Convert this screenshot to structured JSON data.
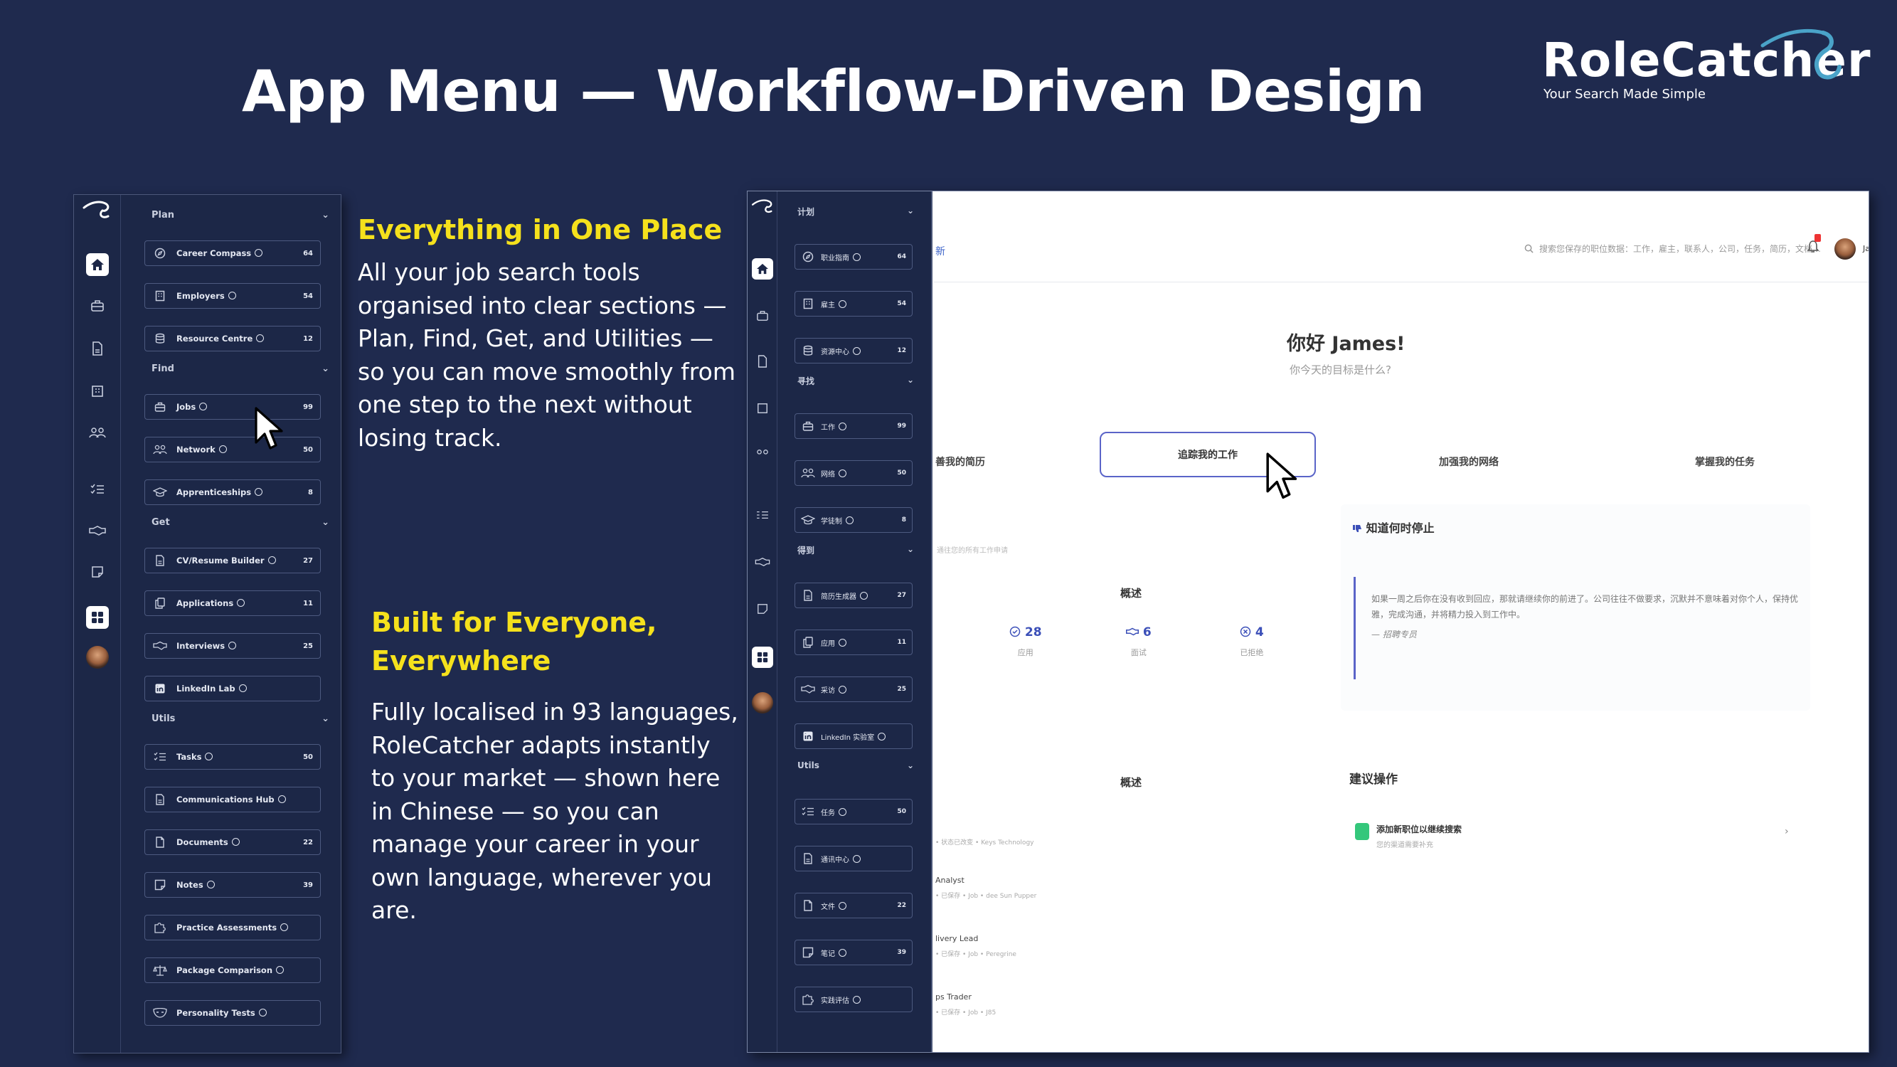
{
  "slide": {
    "title": "App Menu — Workflow-Driven Design"
  },
  "brand": {
    "name": "RoleCatcher",
    "tagline": "Your Search Made Simple"
  },
  "features": [
    {
      "heading": "Everything in One Place",
      "body": "All your job search tools organised into clear sections — Plan, Find, Get, and Utilities — so you can move smoothly from one step to the next without losing track."
    },
    {
      "heading": "Built for Everyone, Everywhere",
      "body": "Fully localised in 93 languages, RoleCatcher adapts instantly to your market — shown here in Chinese — so you can manage your career in your own language, wherever you are."
    }
  ],
  "menu_en": {
    "sections": [
      {
        "title": "Plan",
        "items": [
          {
            "label": "Career Compass",
            "count": "64",
            "icon": "compass-icon"
          },
          {
            "label": "Employers",
            "count": "54",
            "icon": "building-icon"
          },
          {
            "label": "Resource Centre",
            "count": "12",
            "icon": "database-icon"
          }
        ]
      },
      {
        "title": "Find",
        "items": [
          {
            "label": "Jobs",
            "count": "99",
            "icon": "briefcase-icon"
          },
          {
            "label": "Network",
            "count": "50",
            "icon": "people-icon"
          },
          {
            "label": "Apprenticeships",
            "count": "8",
            "icon": "graduation-cap-icon"
          }
        ]
      },
      {
        "title": "Get",
        "items": [
          {
            "label": "CV/Resume Builder",
            "count": "27",
            "icon": "document-icon"
          },
          {
            "label": "Applications",
            "count": "11",
            "icon": "copy-icon"
          },
          {
            "label": "Interviews",
            "count": "25",
            "icon": "handshake-icon"
          },
          {
            "label": "LinkedIn Lab",
            "count": "",
            "icon": "linkedin-icon"
          }
        ]
      },
      {
        "title": "Utils",
        "items": [
          {
            "label": "Tasks",
            "count": "50",
            "icon": "checklist-icon"
          },
          {
            "label": "Communications Hub",
            "count": "",
            "icon": "document-icon"
          },
          {
            "label": "Documents",
            "count": "22",
            "icon": "file-icon"
          },
          {
            "label": "Notes",
            "count": "39",
            "icon": "note-icon"
          },
          {
            "label": "Practice Assessments",
            "count": "",
            "icon": "puzzle-icon"
          },
          {
            "label": "Package Comparison",
            "count": "",
            "icon": "scales-icon"
          },
          {
            "label": "Personality Tests",
            "count": "",
            "icon": "mask-icon"
          }
        ]
      }
    ]
  },
  "menu_zh": {
    "sections": [
      {
        "title": "计划",
        "items": [
          {
            "label": "职业指南",
            "count": "64",
            "icon": "compass-icon"
          },
          {
            "label": "雇主",
            "count": "54",
            "icon": "building-icon"
          },
          {
            "label": "资源中心",
            "count": "12",
            "icon": "database-icon"
          }
        ]
      },
      {
        "title": "寻找",
        "items": [
          {
            "label": "工作",
            "count": "99",
            "icon": "briefcase-icon"
          },
          {
            "label": "网络",
            "count": "50",
            "icon": "people-icon"
          },
          {
            "label": "学徒制",
            "count": "8",
            "icon": "graduation-cap-icon"
          }
        ]
      },
      {
        "title": "得到",
        "items": [
          {
            "label": "简历生成器",
            "count": "27",
            "icon": "document-icon"
          },
          {
            "label": "应用",
            "count": "11",
            "icon": "copy-icon"
          },
          {
            "label": "采访",
            "count": "25",
            "icon": "handshake-icon"
          },
          {
            "label": "LinkedIn 实验室",
            "count": "",
            "icon": "linkedin-icon"
          }
        ]
      },
      {
        "title": "Utils",
        "items": [
          {
            "label": "任务",
            "count": "50",
            "icon": "checklist-icon"
          },
          {
            "label": "通讯中心",
            "count": "",
            "icon": "document-icon"
          },
          {
            "label": "文件",
            "count": "22",
            "icon": "file-icon"
          },
          {
            "label": "笔记",
            "count": "39",
            "icon": "note-icon"
          },
          {
            "label": "实践评估",
            "count": "",
            "icon": "puzzle-icon"
          }
        ]
      }
    ]
  },
  "app_zh": {
    "header_left": "新",
    "search_placeholder": "搜索您保存的职位数据：工作，雇主，联系人，公司，任务，简历，文档…",
    "user_name": "James",
    "greeting": "你好 James!",
    "greeting_sub": "你今天的目标是什么?",
    "tabs": [
      "善我的简历",
      "追踪我的工作",
      "加强我的网络",
      "掌握我的任务"
    ],
    "active_tab": "追踪我的工作",
    "partial_caption": "通往您的所有工作申请",
    "overview_title": "概述",
    "stats": [
      {
        "value": "28",
        "label": "应用",
        "icon": "check-circle-icon"
      },
      {
        "value": "6",
        "label": "面试",
        "icon": "handshake-icon"
      },
      {
        "value": "4",
        "label": "已拒绝",
        "icon": "x-circle-icon"
      }
    ],
    "tip_title": "知道何时停止",
    "tip_quote": "如果一周之后你在没有收到回应，那就请继续你的前进了。公司往往不做要求，沉默并不意味着对你个人，保持优雅，完成沟通，并将精力投入到工作中。",
    "tip_author": "— 招聘专员",
    "suggested_title": "建议操作",
    "suggested_action": "添加新职位以继续搜索",
    "suggested_sub": "您的渠道需要补充",
    "partial_jobs": [
      {
        "title": "",
        "sub": "• 状态已改变 • Keys Technology"
      },
      {
        "title": "Analyst",
        "sub": "• 已保存 • Job • dee Sun Pupper"
      },
      {
        "title": "livery Lead",
        "sub": "• 已保存 • Job • Peregrine"
      },
      {
        "title": "ps Trader",
        "sub": "• 已保存 • Job • J85"
      }
    ]
  },
  "colors": {
    "background": "#1f2a4e",
    "panel": "#1c2747",
    "accent_yellow": "#f5e11c",
    "accent_blue": "#5a64c8",
    "logo_hook": "#4aa3c8"
  }
}
